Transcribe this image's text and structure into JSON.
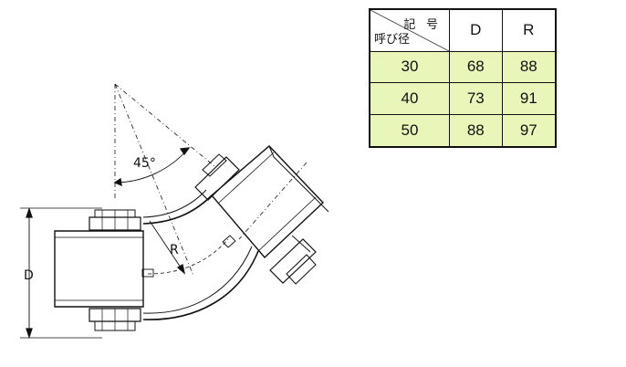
{
  "drawing": {
    "angle_label": "45°",
    "radius_label": "R",
    "diameter_label": "D"
  },
  "table": {
    "corner_top": "記 号",
    "corner_bottom": "呼び径",
    "col_headers": [
      "D",
      "R"
    ],
    "rows": [
      {
        "nominal": "30",
        "D": "68",
        "R": "88"
      },
      {
        "nominal": "40",
        "D": "73",
        "R": "91"
      },
      {
        "nominal": "50",
        "D": "88",
        "R": "97"
      }
    ],
    "row_color": "#e8f6b9"
  }
}
